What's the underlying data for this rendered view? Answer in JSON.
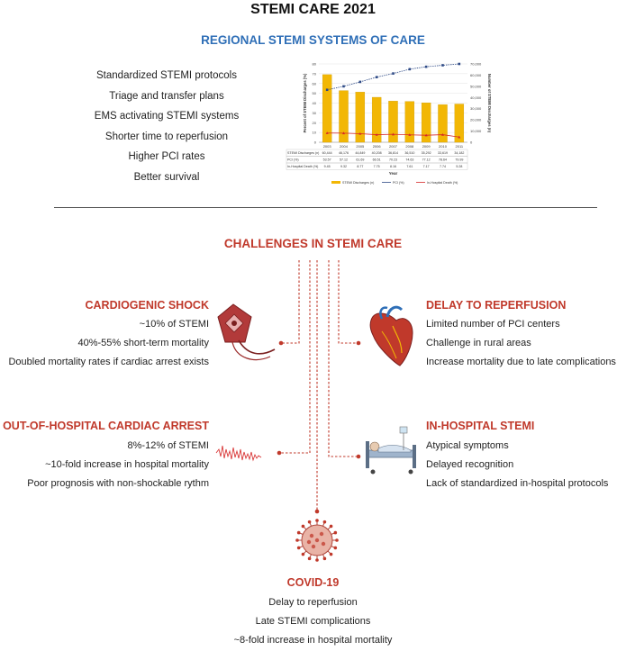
{
  "title": "STEMI CARE 2021",
  "subtitle": "REGIONAL STEMI SYSTEMS OF CARE",
  "benefits": [
    "Standardized STEMI protocols",
    "Triage and transfer plans",
    "EMS activating STEMI systems",
    "Shorter time to reperfusion",
    "Higher PCI rates",
    "Better survival"
  ],
  "challenges_title": "CHALLENGES IN STEMI CARE",
  "cardiogenic_shock": {
    "heading": "CARDIOGENIC SHOCK",
    "lines": [
      "~10% of STEMI",
      "40%-55%  short-term mortality",
      "Doubled mortality rates if cardiac arrest exists"
    ]
  },
  "delay_to_reperfusion": {
    "heading": "DELAY TO REPERFUSION",
    "lines": [
      "Limited number of PCI centers",
      "Challenge in rural areas",
      "Increase mortality due  to late complications"
    ]
  },
  "ohca": {
    "heading": "OUT-OF-HOSPITAL CARDIAC ARREST",
    "lines": [
      "8%-12% of STEMI",
      "~10-fold increase in hospital mortality",
      "Poor prognosis with non-shockable rythm"
    ]
  },
  "in_hospital": {
    "heading": "IN-HOSPITAL STEMI",
    "lines": [
      "Atypical symptoms",
      "Delayed recognition",
      "Lack of standardized in-hospital protocols"
    ]
  },
  "covid": {
    "heading": "COVID-19",
    "lines": [
      "Delay to reperfusion",
      "Late STEMI complications",
      "~8-fold increase in hospital mortality"
    ]
  },
  "colors": {
    "accent_red": "#c0392b",
    "accent_blue": "#2f6fb7",
    "bar": "#f2b705",
    "pci_line": "#2e4a86",
    "death_line": "#d62828"
  },
  "chart_data": {
    "type": "bar",
    "categories": [
      "2003",
      "2004",
      "2005",
      "2006",
      "2007",
      "2008",
      "2009",
      "2010",
      "2011"
    ],
    "series": [
      {
        "name": "STEMI Discharges (n)",
        "type": "bar",
        "axis": "right",
        "values": [
          60444,
          46176,
          44849,
          40208,
          36814,
          36510,
          35292,
          33619,
          34182
        ]
      },
      {
        "name": "PCI (%)",
        "type": "line",
        "axis": "left",
        "values": [
          53.57,
          57.12,
          61.69,
          66.51,
          70.23,
          74.63,
          77.12,
          78.64,
          79.99
        ]
      },
      {
        "name": "In-Hospital Death (%)",
        "type": "line",
        "axis": "left",
        "values": [
          9.45,
          9.32,
          8.77,
          7.75,
          8.16,
          7.61,
          7.17,
          7.74,
          5.28
        ]
      }
    ],
    "table_rows": [
      {
        "label": "STEMI Discharges (n)",
        "values": [
          "60,444",
          "46,176",
          "44,849",
          "40,208",
          "36,814",
          "36,510",
          "35,292",
          "33,619",
          "34,182"
        ]
      },
      {
        "label": "PCI (%)",
        "values": [
          "53.57",
          "57.12",
          "61.69",
          "66.51",
          "70.23",
          "74.63",
          "77.12",
          "78.64",
          "79.99"
        ]
      },
      {
        "label": "In-Hospital Death (%)",
        "values": [
          "9.45",
          "9.32",
          "8.77",
          "7.75",
          "8.16",
          "7.61",
          "7.17",
          "7.74",
          "5.28"
        ]
      }
    ],
    "ylabel_left": "Percent of STEMI Discharges (%)",
    "ylabel_right": "Number of STEMI Discharges (n)",
    "xlabel": "Year",
    "ylim_left": [
      0,
      80
    ],
    "ylim_right": [
      0,
      70000
    ],
    "yticks_left": [
      "0",
      "10",
      "20",
      "30",
      "40",
      "50",
      "60",
      "70",
      "80"
    ],
    "yticks_right": [
      "0",
      "10,000",
      "20,000",
      "30,000",
      "40,000",
      "50,000",
      "60,000",
      "70,000"
    ],
    "grid": true,
    "legend_position": "bottom"
  }
}
